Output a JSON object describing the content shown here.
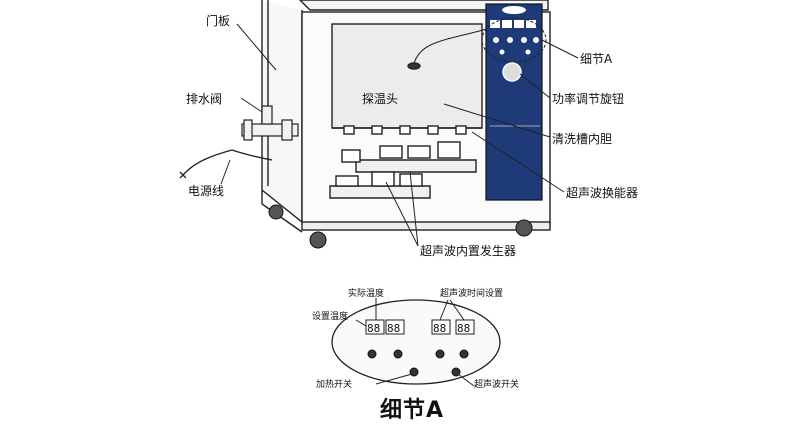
{
  "labels": {
    "door_panel": "门板",
    "drain_valve": "排水阀",
    "power_cord": "电源线",
    "detail_a": "细节A",
    "power_knob": "功率调节旋钮",
    "probe": "探温头",
    "inner_tank": "清洗槽内胆",
    "transducer": "超声波换能器",
    "generator": "超声波内置发生器"
  },
  "detail": {
    "title": "细节A",
    "actual_temp": "实际温度",
    "set_temp": "设置温度",
    "ultra_time": "超声波时间设置",
    "heat_switch": "加热开关",
    "ultra_switch": "超声波开关"
  },
  "colors": {
    "panel": "#1e3a78",
    "accent": "#1a1a1a"
  }
}
